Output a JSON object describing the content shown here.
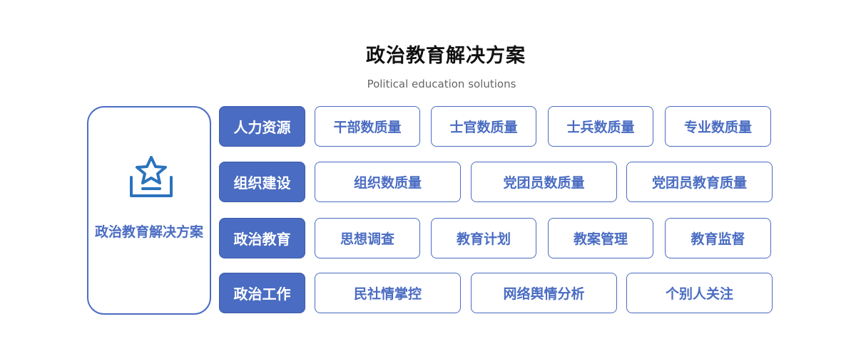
{
  "title": "政治教育解决方案",
  "subtitle": "Political education solutions",
  "main": {
    "label": "政治教育解决方案",
    "icon": "book-star-icon"
  },
  "colors": {
    "accent": "#4a6cc2",
    "title": "#111111",
    "subtitle": "#666666"
  },
  "rows": [
    {
      "category": "人力资源",
      "items": [
        "干部数质量",
        "士官数质量",
        "士兵数质量",
        "专业数质量"
      ]
    },
    {
      "category": "组织建设",
      "items": [
        "组织数质量",
        "党团员数质量",
        "党团员教育质量"
      ]
    },
    {
      "category": "政治教育",
      "items": [
        "思想调查",
        "教育计划",
        "教案管理",
        "教育监督"
      ]
    },
    {
      "category": "政治工作",
      "items": [
        "民社情掌控",
        "网络舆情分析",
        "个别人关注"
      ]
    }
  ]
}
